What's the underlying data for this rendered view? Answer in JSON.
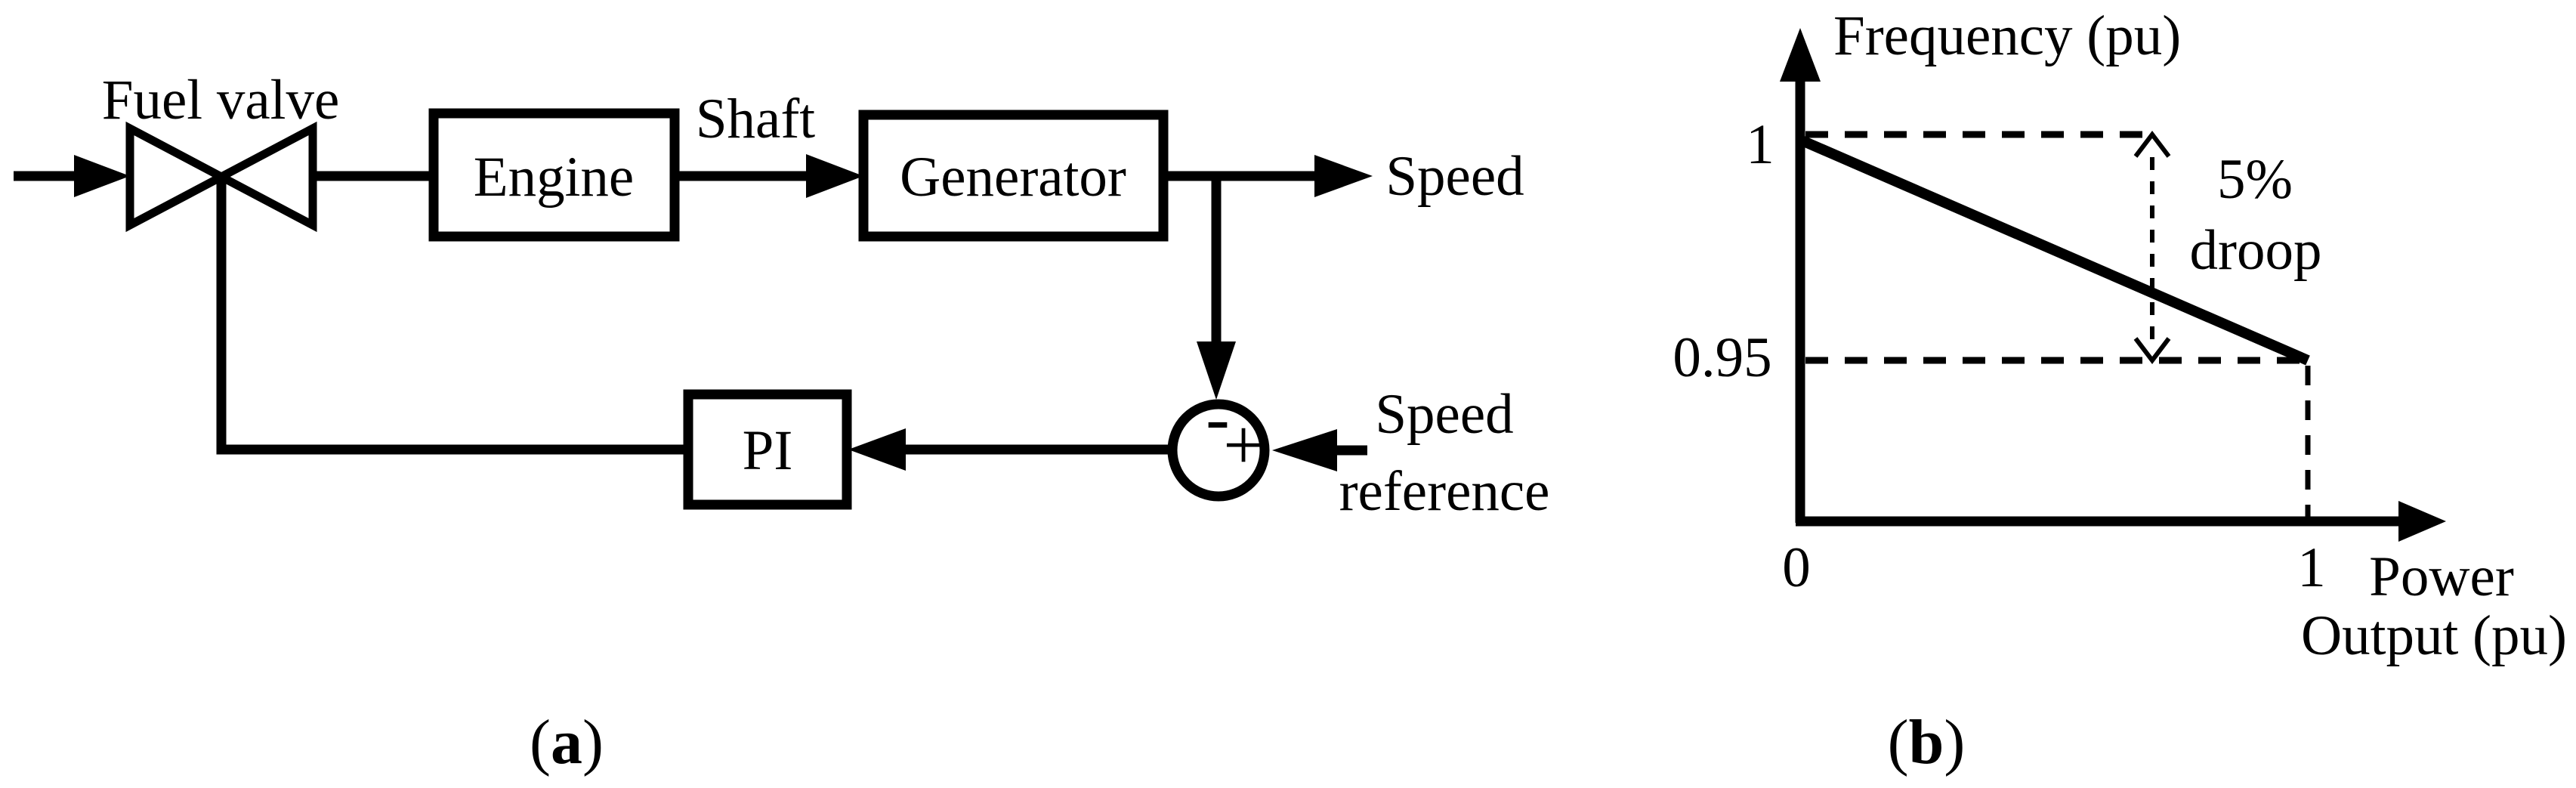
{
  "colors": {
    "ink": "#000000",
    "background": "#ffffff"
  },
  "panel_a": {
    "caption": {
      "open": "(",
      "letter": "a",
      "close": ")"
    },
    "fuel_valve_label": "Fuel valve",
    "engine_label": "Engine",
    "shaft_label": "Shaft",
    "generator_label": "Generator",
    "speed_label": "Speed",
    "pi_label": "PI",
    "summing_minus": "-",
    "summing_plus": "+",
    "speed_reference_line1": "Speed",
    "speed_reference_line2": "reference"
  },
  "panel_b": {
    "caption": {
      "open": "(",
      "letter": "b",
      "close": ")"
    },
    "xlabel_line1": "Power",
    "xlabel_line2": "Output (pu)"
  },
  "chart_data": {
    "type": "line",
    "x": [
      0,
      1
    ],
    "y": [
      1,
      0.95
    ],
    "xlabel": "Power Output (pu)",
    "ylabel": "Frequency (pu)",
    "x_ticks": [
      "0",
      "1"
    ],
    "y_ticks": [
      "1",
      "0.95"
    ],
    "xlim": [
      0,
      1.25
    ],
    "ylim": [
      0.85,
      1.05
    ],
    "grid": false,
    "legend": false,
    "annotation": {
      "line1": "5%",
      "line2": "droop"
    },
    "annotation_meaning": "frequency drops 5% from no load to full load"
  }
}
